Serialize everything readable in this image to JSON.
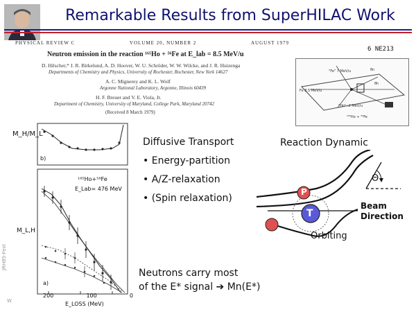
{
  "slide": {
    "title": "Remarkable Results from SuperHILAC Work",
    "accent_colors": {
      "title": "#101070",
      "rule_blue": "#1a1a8c",
      "rule_red": "#c0202a"
    }
  },
  "paper": {
    "journal": "PHYSICAL REVIEW C",
    "volume": "VOLUME 20, NUMBER 2",
    "date": "AUGUST 1979",
    "title": "Neutron emission in the reaction ¹⁶⁵Ho + ⁵⁶Fe at E_lab = 8.5 MeV/u",
    "authors_1": "D. Hilscher,* J. R. Birkelund, A. D. Hoover, W. U. Schröder, W. W. Wilcke, and J. R. Huizenga",
    "affil_1": "Departments of Chemistry and Physics, University of Rochester, Rochester, New York 14627",
    "authors_2": "A. C. Mignerey and K. L. Wolf",
    "affil_2": "Argonne National Laboratory, Argonne, Illinois 60439",
    "authors_3": "H. F. Breuer and V. E. Viola, Jr.",
    "affil_3": "Department of Chemistry, University of Maryland, College Park, Maryland 20742",
    "received": "(Received 8 March 1979)"
  },
  "detector_fig": {
    "label": "6 NE213",
    "fe_label": "\"Fe\"  7 MeV/u",
    "theta_n": "θn",
    "theta_h": "θh",
    "beam_label": "Fe 8.5 MeV/u",
    "ho_label": "\"Ho\"  .2 MeV/u",
    "reaction": "¹⁶⁵Ho + ⁵⁶Fe"
  },
  "plot": {
    "top_ylabel": "M_H/M_L",
    "top_tag": "b)",
    "bottom_ylabel": "M_L,H",
    "bottom_tag": "a)",
    "reaction_label": "¹⁶⁵Ho+⁵⁶Fe",
    "energy_label": "E_Lab= 476 MeV",
    "xlabel": "E_LOSS (MeV)",
    "xticks": [
      "200",
      "100",
      "0"
    ]
  },
  "diffusive": {
    "heading": "Diffusive Transport",
    "items": [
      "Energy-partition",
      "A/Z-relaxation",
      "(Spin relaxation)"
    ]
  },
  "reaction_dynamic": {
    "heading": "Reaction Dynamic",
    "p_label": "P",
    "t_label": "T",
    "theta": "Θ",
    "beam_1": "Beam",
    "beam_2": "Direction",
    "orbiting": "Orbiting"
  },
  "neutrons": {
    "line1": "Neutrons carry most",
    "line2_prefix": "of the E* signal",
    "arrow": "➔",
    "line2_suffix": "Mn(E*)"
  },
  "side_text": "JRH85-Fest",
  "corner_text": "W"
}
